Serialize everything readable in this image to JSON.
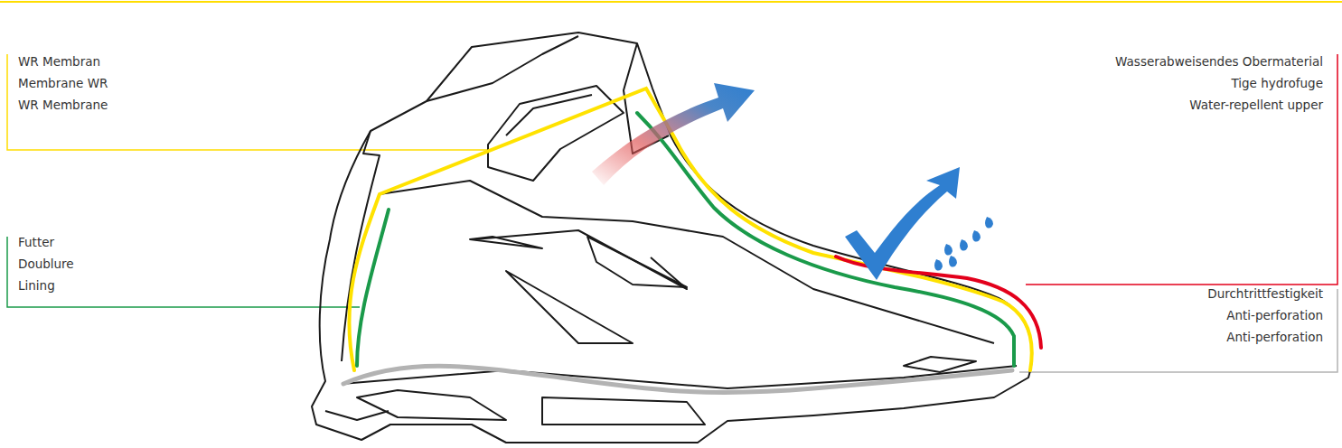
{
  "diagram": {
    "labels": [
      "WR Membran",
      "Membrane WR",
      "WR Membrane",
      "Futter",
      "Doublure",
      "Lining",
      "Wasserabweisendes Obermaterial",
      "Tige hydrofuge",
      "Water-repellent upper",
      "Durchtrittfestigkeit",
      "Anti-perforation",
      "Anti-perforation"
    ]
  }
}
